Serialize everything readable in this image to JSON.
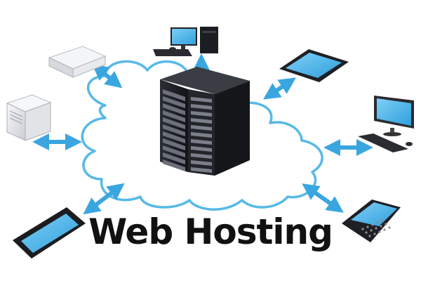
{
  "title": "Web Hosting",
  "colors": {
    "cloud_stroke": "#57b9e6",
    "arrow": "#3aa6df",
    "screen": "#4fb5ec",
    "server_body": "#1d1f24",
    "device_body": "#2a2a2a",
    "silver": "#e3e5e8",
    "title_text": "#111111"
  },
  "diagram": {
    "center": {
      "name": "server-rack",
      "icon": "server-rack-icon"
    },
    "nodes": [
      {
        "name": "desktop-computer-top",
        "icon": "desktop-computer-icon"
      },
      {
        "name": "network-device-box",
        "icon": "network-box-icon"
      },
      {
        "name": "server-tower",
        "icon": "server-tower-icon"
      },
      {
        "name": "tablet",
        "icon": "tablet-icon"
      },
      {
        "name": "desktop-computer-right",
        "icon": "monitor-keyboard-icon"
      },
      {
        "name": "smartphone-left",
        "icon": "smartphone-icon"
      },
      {
        "name": "smartphone-right",
        "icon": "phone-keyboard-icon"
      }
    ]
  }
}
